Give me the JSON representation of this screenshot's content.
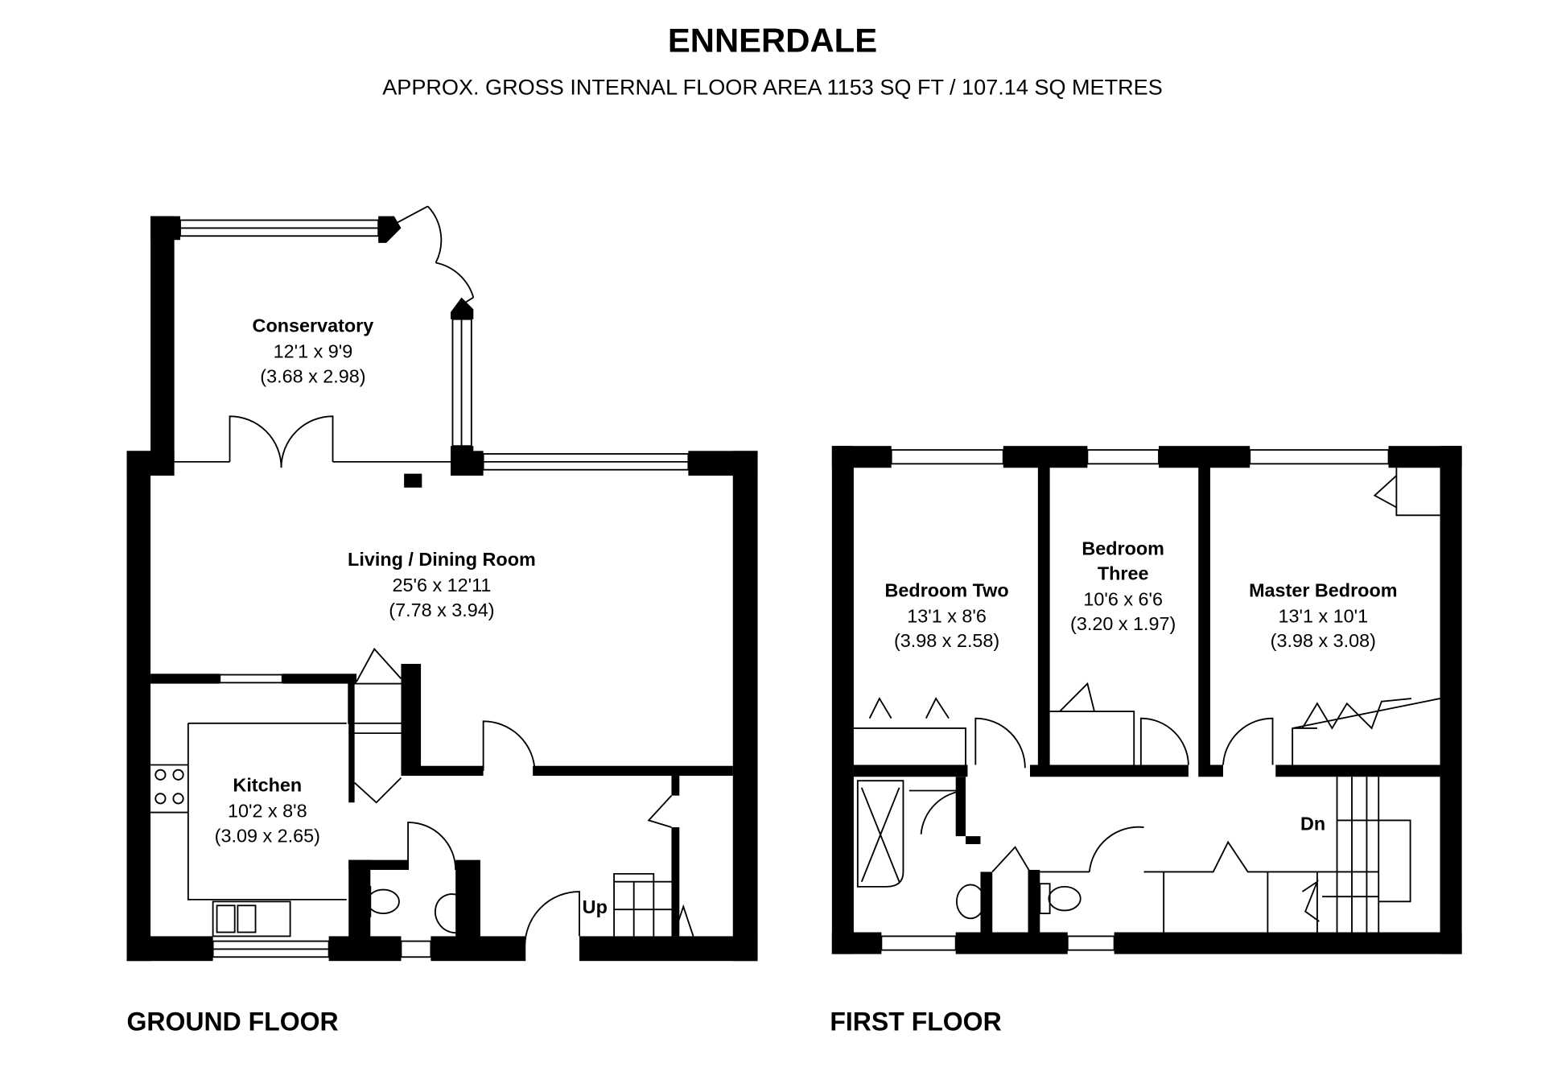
{
  "header": {
    "title": "ENNERDALE",
    "subtitle": "APPROX. GROSS INTERNAL FLOOR AREA 1153 SQ FT / 107.14 SQ METRES"
  },
  "ground_floor": {
    "label": "GROUND FLOOR",
    "stairs_label": "Up",
    "rooms": [
      {
        "name": "Conservatory",
        "imperial": "12'1 x 9'9",
        "metric": "(3.68 x 2.98)"
      },
      {
        "name": "Living / Dining Room",
        "imperial": "25'6 x 12'11",
        "metric": "(7.78 x 3.94)"
      },
      {
        "name": "Kitchen",
        "imperial": "10'2 x 8'8",
        "metric": "(3.09 x 2.65)"
      }
    ]
  },
  "first_floor": {
    "label": "FIRST FLOOR",
    "stairs_label": "Dn",
    "rooms": [
      {
        "name": "Bedroom Two",
        "imperial": "13'1 x 8'6",
        "metric": "(3.98 x 2.58)"
      },
      {
        "name": "Bedroom",
        "name2": "Three",
        "imperial": "10'6 x 6'6",
        "metric": "(3.20 x 1.97)"
      },
      {
        "name": "Master Bedroom",
        "imperial": "13'1 x 10'1",
        "metric": "(3.98 x 3.08)"
      }
    ]
  }
}
